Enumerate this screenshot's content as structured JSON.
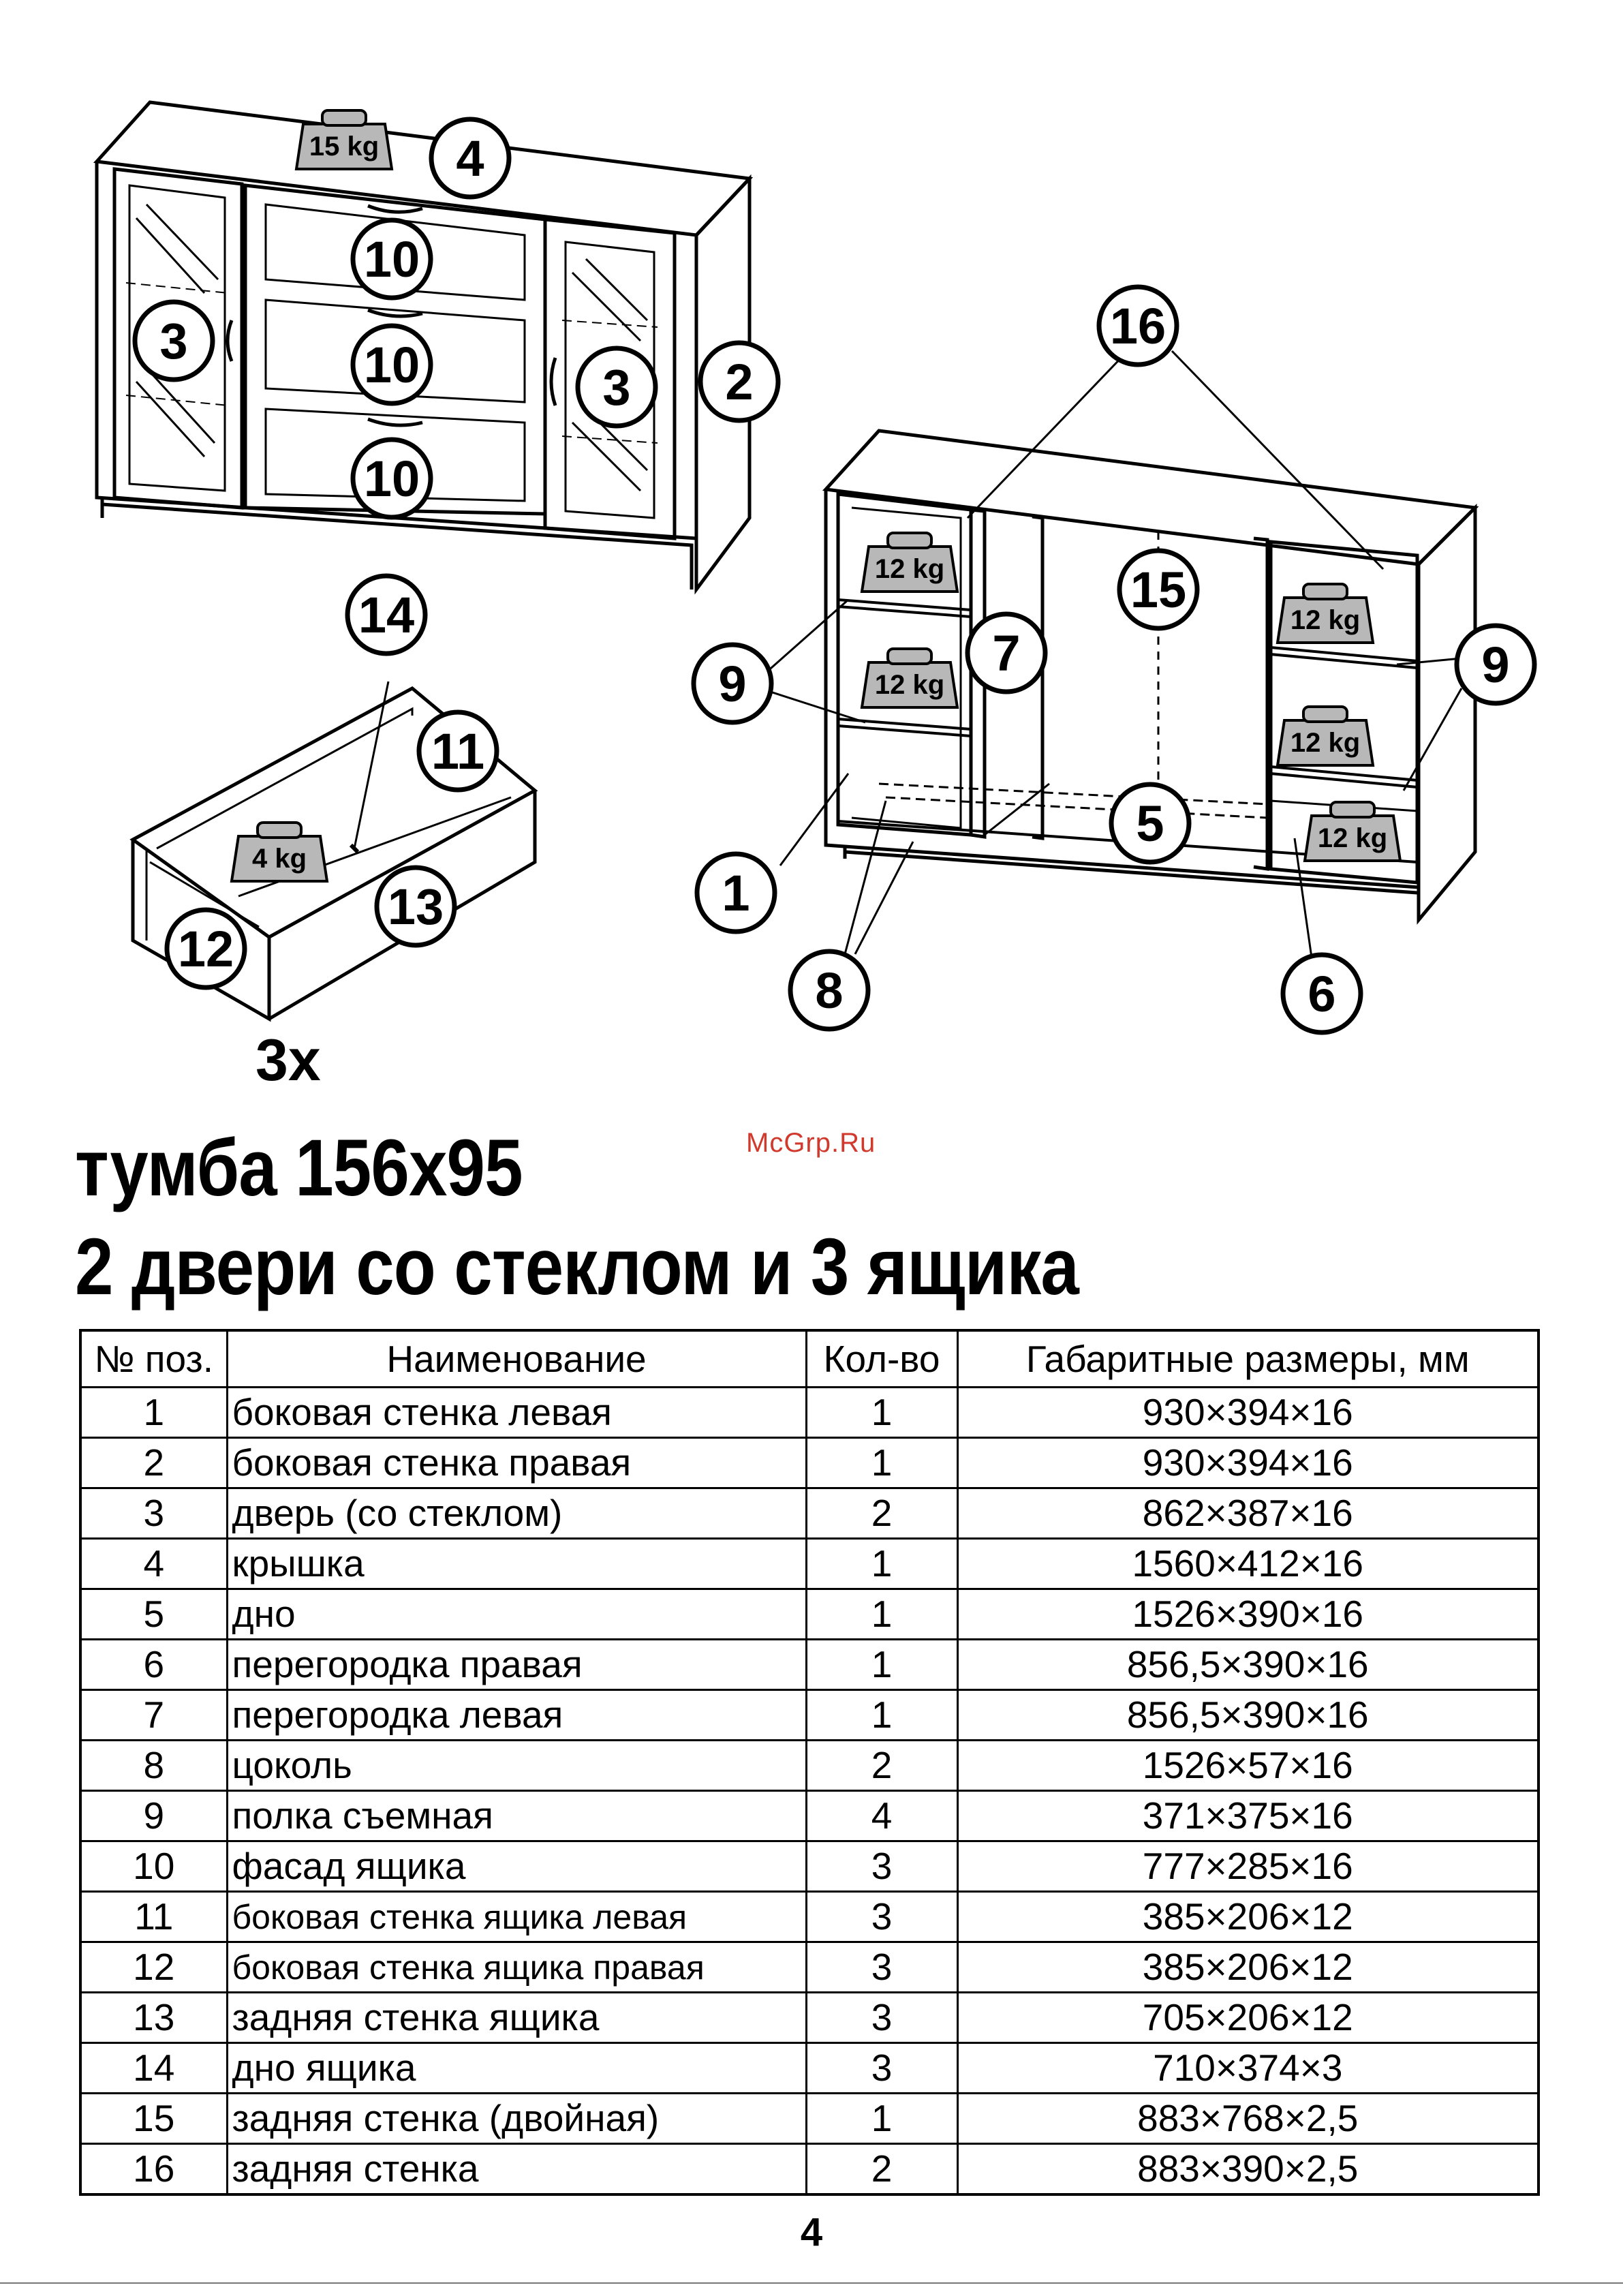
{
  "callouts": {
    "c1": "1",
    "c2": "2",
    "c3a": "3",
    "c3b": "3",
    "c4": "4",
    "c5": "5",
    "c6": "6",
    "c7": "7",
    "c8": "8",
    "c9a": "9",
    "c9b": "9",
    "c10a": "10",
    "c10b": "10",
    "c10c": "10",
    "c11": "11",
    "c12": "12",
    "c13": "13",
    "c14": "14",
    "c15": "15",
    "c16": "16"
  },
  "weights": {
    "top": "15 kg",
    "shelf_left_top": "12 kg",
    "shelf_left_mid": "12 kg",
    "shelf_right_top": "12 kg",
    "shelf_right_mid": "12 kg",
    "bottom_right": "12 kg",
    "drawer": "4 kg"
  },
  "drawer_qty": "3x",
  "watermark": "McGrp.Ru",
  "title_line1": "тумба 156х95",
  "title_line2": "2 двери со стеклом и 3 ящика",
  "table": {
    "headers": [
      "№ поз.",
      "Наименование",
      "Кол-во",
      "Габаритные размеры, мм"
    ],
    "rows": [
      [
        "1",
        "боковая стенка левая",
        "1",
        "930×394×16"
      ],
      [
        "2",
        "боковая стенка правая",
        "1",
        "930×394×16"
      ],
      [
        "3",
        "дверь (со стеклом)",
        "2",
        "862×387×16"
      ],
      [
        "4",
        "крышка",
        "1",
        "1560×412×16"
      ],
      [
        "5",
        "дно",
        "1",
        "1526×390×16"
      ],
      [
        "6",
        "перегородка правая",
        "1",
        "856,5×390×16"
      ],
      [
        "7",
        "перегородка левая",
        "1",
        "856,5×390×16"
      ],
      [
        "8",
        "цоколь",
        "2",
        "1526×57×16"
      ],
      [
        "9",
        "полка съемная",
        "4",
        "371×375×16"
      ],
      [
        "10",
        "фасад ящика",
        "3",
        "777×285×16"
      ],
      [
        "11",
        "боковая стенка ящика левая",
        "3",
        "385×206×12"
      ],
      [
        "12",
        "боковая стенка ящика правая",
        "3",
        "385×206×12"
      ],
      [
        "13",
        "задняя стенка ящика",
        "3",
        "705×206×12"
      ],
      [
        "14",
        "дно ящика",
        "3",
        "710×374×3"
      ],
      [
        "15",
        "задняя стенка (двойная)",
        "1",
        "883×768×2,5"
      ],
      [
        "16",
        "задняя стенка",
        "2",
        "883×390×2,5"
      ]
    ]
  },
  "page_number": "4"
}
